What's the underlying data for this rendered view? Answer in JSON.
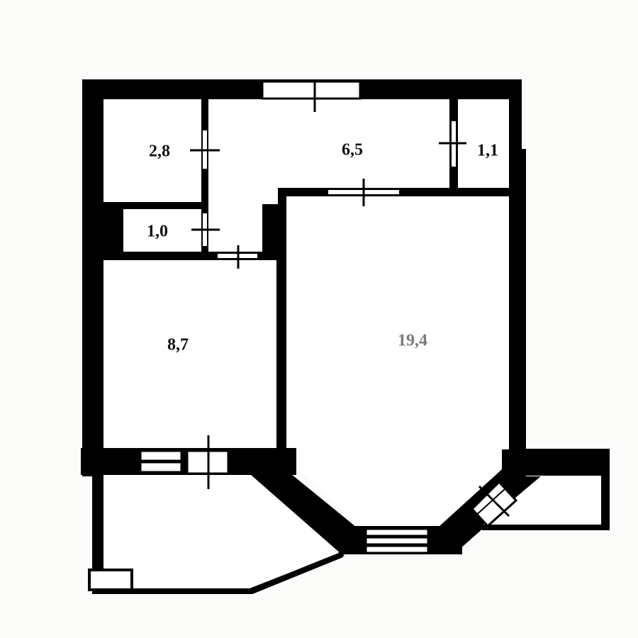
{
  "floor_plan": {
    "rooms": [
      {
        "id": "storage",
        "area": "2,8"
      },
      {
        "id": "hallway",
        "area": "6,5"
      },
      {
        "id": "wc",
        "area": "1,1"
      },
      {
        "id": "bathroom",
        "area": "1,0"
      },
      {
        "id": "kitchen",
        "area": "8,7"
      },
      {
        "id": "living-room",
        "area": "19,4"
      }
    ],
    "colors": {
      "wall": "#000000",
      "background": "#fbfbfa",
      "label": "#111111",
      "label_living": "#7a7a7a"
    }
  }
}
